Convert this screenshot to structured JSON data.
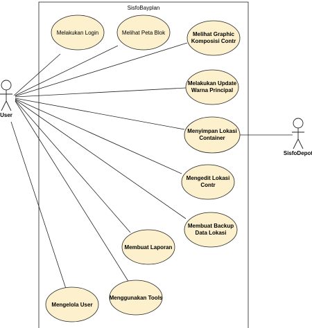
{
  "system": {
    "name": "SisfoBayplan"
  },
  "actors": {
    "user": {
      "name": "User"
    },
    "depot": {
      "name": "SisfoDepot"
    }
  },
  "use_cases": [
    {
      "id": "login",
      "lines": [
        "Melakukan Login"
      ]
    },
    {
      "id": "peta",
      "lines": [
        "Melihat Peta Blok"
      ]
    },
    {
      "id": "graphic",
      "lines": [
        "Melihat Graphic",
        "Komposisi Contr"
      ]
    },
    {
      "id": "update",
      "lines": [
        "Melakukan Update",
        "Warna Principal"
      ]
    },
    {
      "id": "simpan",
      "lines": [
        "Menyimpan Lokasi",
        "Container"
      ]
    },
    {
      "id": "edit",
      "lines": [
        "Mengedit Lokasi",
        "Contr"
      ]
    },
    {
      "id": "backup",
      "lines": [
        "Membuat Backup",
        "Data Lokasi"
      ]
    },
    {
      "id": "laporan",
      "lines": [
        "Membuat Laporan"
      ]
    },
    {
      "id": "tools",
      "lines": [
        "Menggunakan Tools"
      ]
    },
    {
      "id": "kelola",
      "lines": [
        "Mengelola User"
      ]
    }
  ],
  "colors": {
    "use_case_fill": "#fdf0cd",
    "stroke": "#222222"
  }
}
